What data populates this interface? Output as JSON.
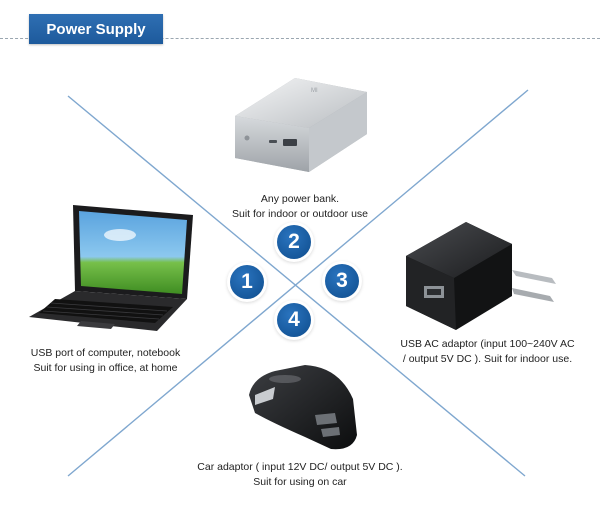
{
  "header": {
    "title": "Power Supply"
  },
  "badges": {
    "b1": "1",
    "b2": "2",
    "b3": "3",
    "b4": "4"
  },
  "captions": {
    "power_bank": [
      "Any power bank.",
      "Suit for indoor or outdoor use"
    ],
    "laptop": [
      "USB port of computer, notebook",
      "Suit for using in office, at home"
    ],
    "ac_adaptor": [
      "USB AC adaptor (input 100~240V AC",
      "/ output 5V DC ). Suit for indoor use."
    ],
    "car_adaptor": [
      "Car adaptor ( input 12V DC/ output 5V DC ).",
      "Suit for using on car"
    ]
  },
  "power_bank_logo": "MI",
  "colors": {
    "accent": "#1d5a9c",
    "cross_lines": "#7fa7cf"
  }
}
